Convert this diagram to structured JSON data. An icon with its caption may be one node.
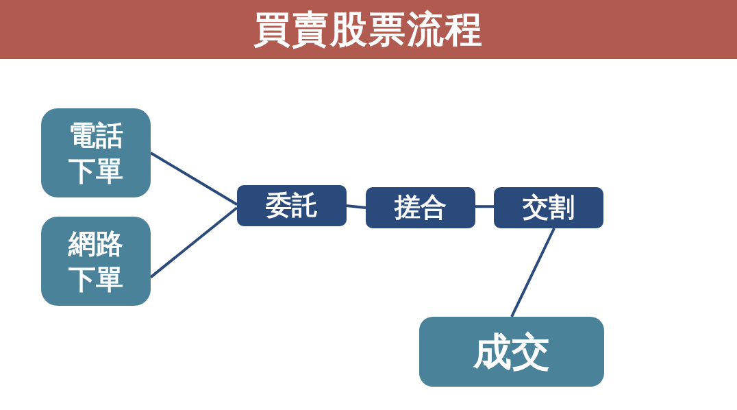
{
  "diagram": {
    "title": "買賣股票流程",
    "nodes": [
      {
        "text": [
          "電話下單"
        ]
      },
      {
        "text": [
          "網路下單"
        ]
      },
      {
        "text": [
          "委託"
        ]
      },
      {
        "text": [
          "搓合"
        ]
      },
      {
        "text": [
          "交割"
        ]
      },
      {
        "text": [
          "成交"
        ]
      }
    ],
    "edges": [
      {
        "from": 0,
        "to": 2,
        "arrow": "none"
      },
      {
        "from": 1,
        "to": 2,
        "arrow": "none"
      },
      {
        "from": 2,
        "to": 3,
        "arrow": "none"
      },
      {
        "from": 3,
        "to": 4,
        "arrow": "none"
      },
      {
        "from": 4,
        "to": 5,
        "arrow": "none"
      }
    ]
  }
}
